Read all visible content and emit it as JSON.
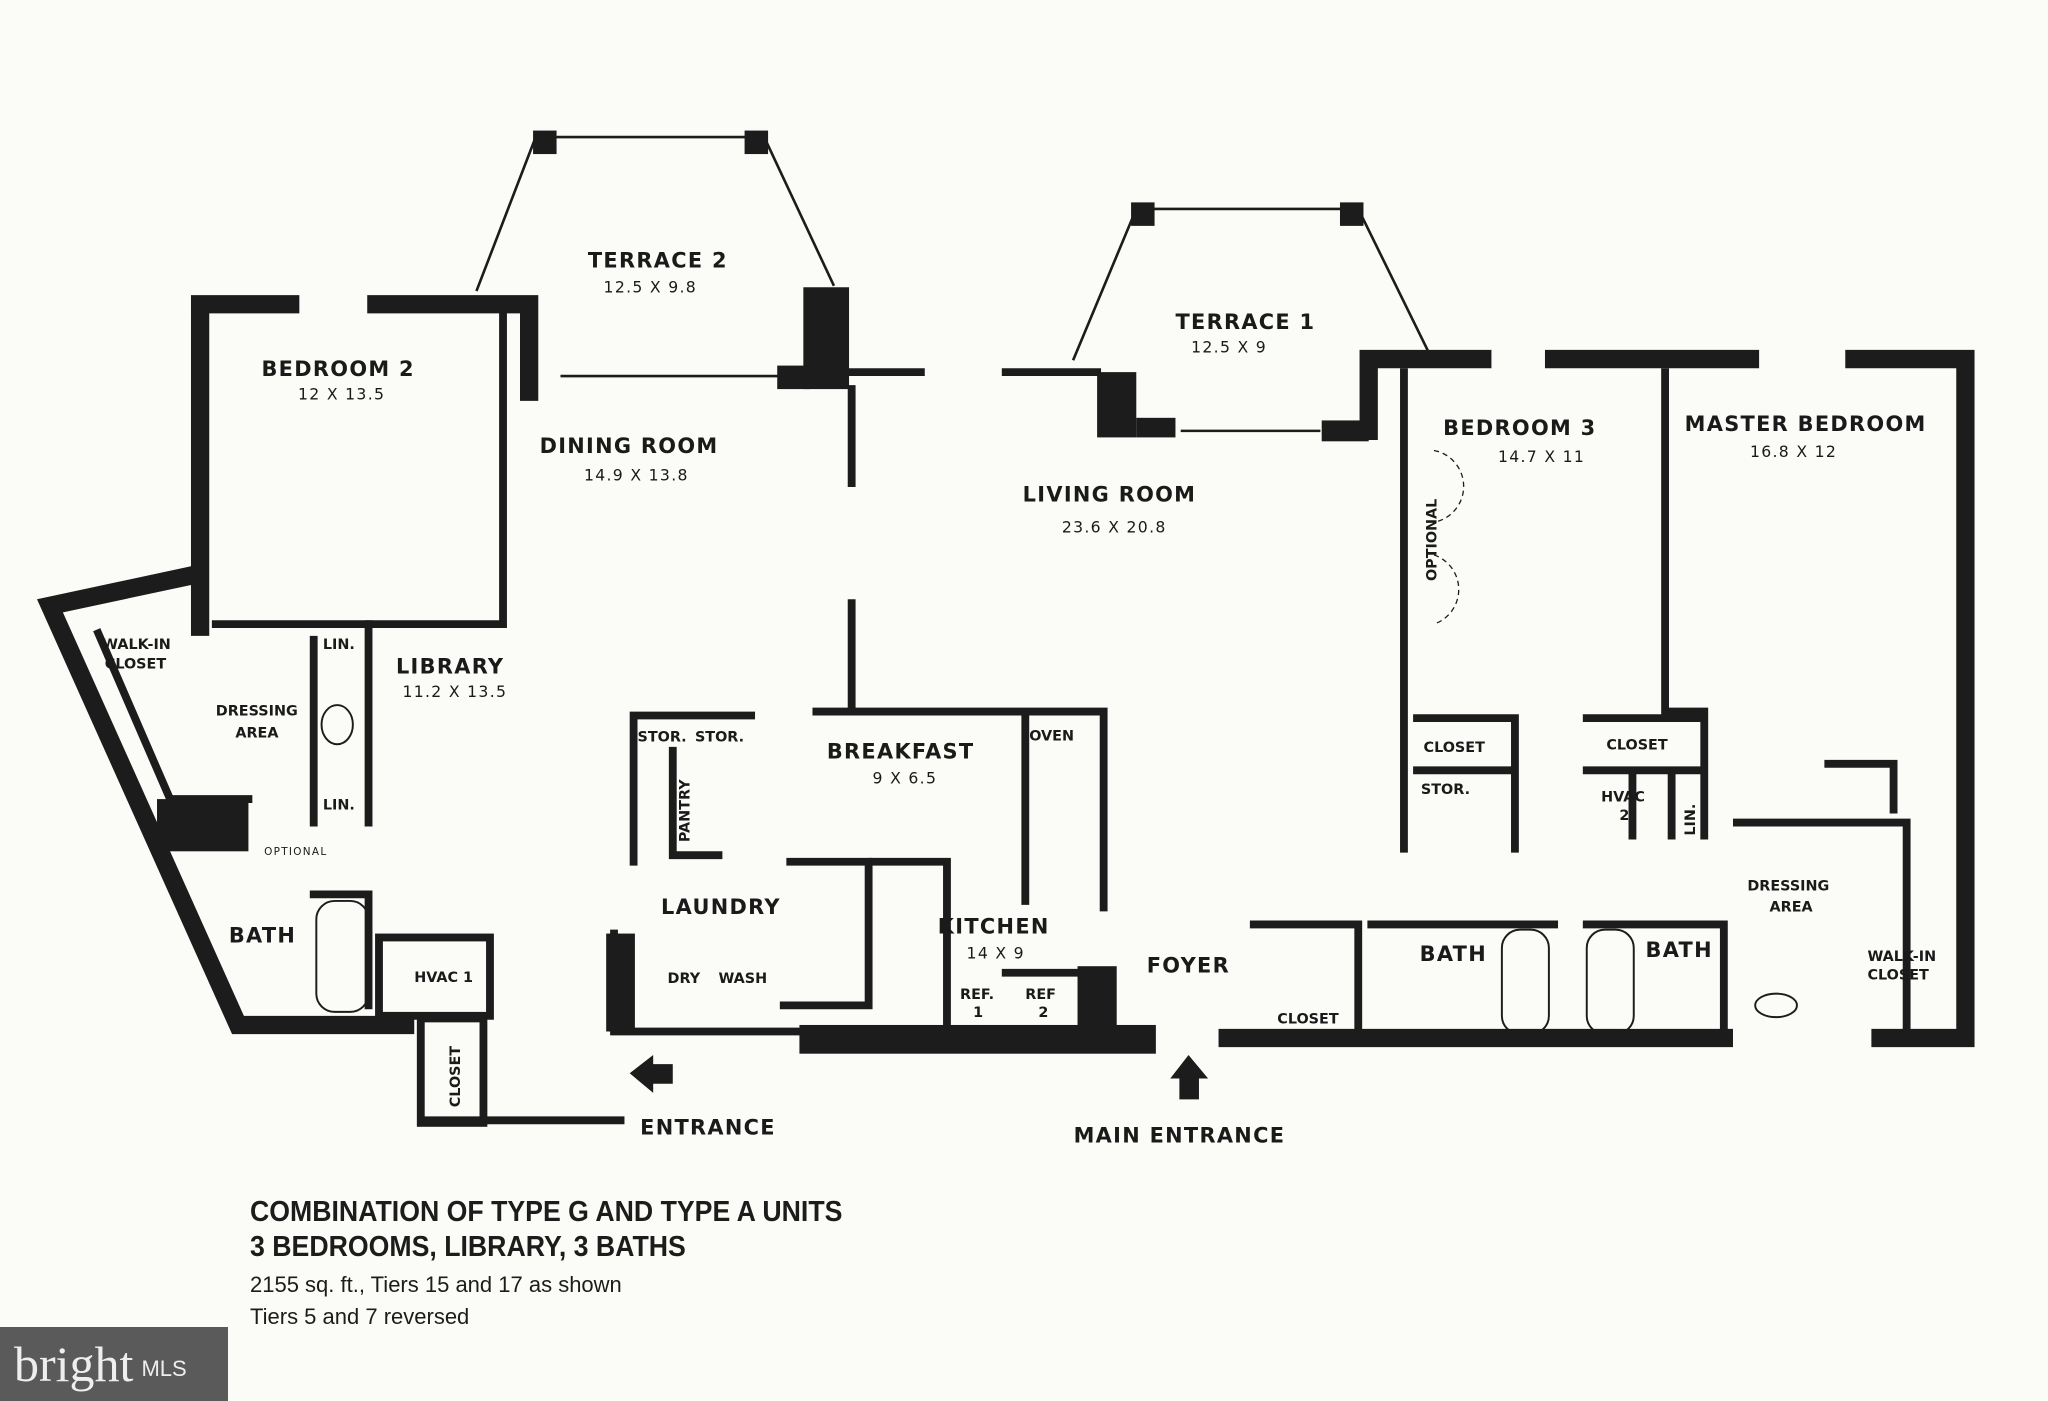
{
  "rooms": {
    "terrace2": {
      "name": "TERRACE 2",
      "size": "12.5 X 9.8"
    },
    "terrace1": {
      "name": "TERRACE 1",
      "size": "12.5 X 9"
    },
    "bedroom2": {
      "name": "BEDROOM 2",
      "size": "12 X 13.5"
    },
    "dining": {
      "name": "DINING ROOM",
      "size": "14.9 X 13.8"
    },
    "living": {
      "name": "LIVING ROOM",
      "size": "23.6 X 20.8"
    },
    "bedroom3": {
      "name": "BEDROOM 3",
      "size": "14.7 X 11"
    },
    "master": {
      "name": "MASTER BEDROOM",
      "size": "16.8 X 12"
    },
    "library": {
      "name": "LIBRARY",
      "size": "11.2 X 13.5"
    },
    "breakfast": {
      "name": "BREAKFAST",
      "size": "9 X 6.5"
    },
    "kitchen": {
      "name": "KITCHEN",
      "size": "14 X 9"
    }
  },
  "labels": {
    "walkin_left": [
      "WALK-IN",
      "CLOSET"
    ],
    "dressing_left": [
      "DRESSING",
      "AREA"
    ],
    "lin": "LIN.",
    "optional_left": "OPTIONAL",
    "bath": "BATH",
    "hvac1": "HVAC 1",
    "closet": "CLOSET",
    "stor": "STOR.",
    "pantry": "PANTRY",
    "oven": "OVEN",
    "laundry": "LAUNDRY",
    "dry": "DRY",
    "wash": "WASH",
    "ref1": [
      "REF.",
      "1"
    ],
    "ref2": [
      "REF",
      "2"
    ],
    "foyer": "FOYER",
    "optional_right": "OPTIONAL",
    "hvac2": [
      "HVAC",
      "2"
    ],
    "dressing_right": [
      "DRESSING",
      "AREA"
    ],
    "walkin_right": [
      "WALK-IN",
      "CLOSET"
    ],
    "entrance": "ENTRANCE",
    "main_entrance": "MAIN ENTRANCE"
  },
  "caption": {
    "line1": "COMBINATION OF TYPE G AND TYPE A UNITS",
    "line2": "3 BEDROOMS, LIBRARY, 3 BATHS",
    "line3": "2155 sq. ft., Tiers 15 and 17 as shown",
    "line4": "Tiers 5 and 7 reversed"
  },
  "watermark": {
    "brand": "bright",
    "suffix": "MLS"
  }
}
